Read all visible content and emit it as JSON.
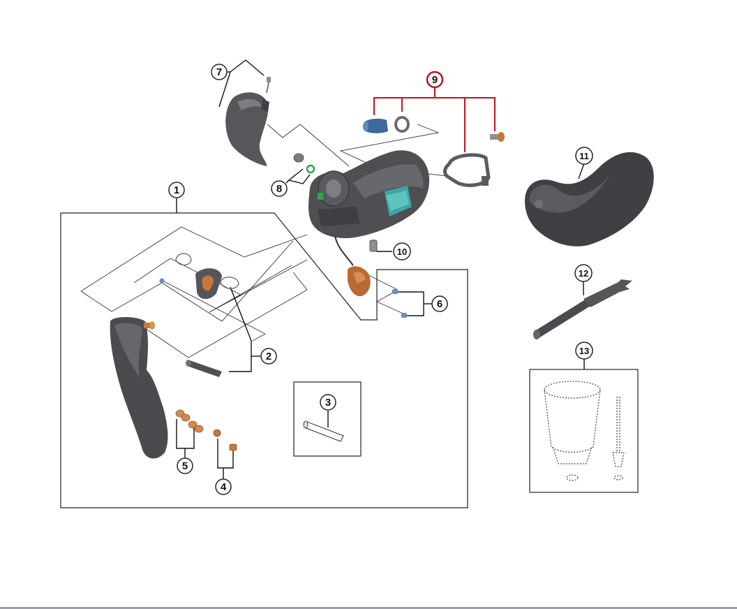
{
  "callouts": [
    {
      "id": "1",
      "label": "1"
    },
    {
      "id": "2",
      "label": "2"
    },
    {
      "id": "3",
      "label": "3"
    },
    {
      "id": "4",
      "label": "4"
    },
    {
      "id": "5",
      "label": "5"
    },
    {
      "id": "6",
      "label": "6"
    },
    {
      "id": "7",
      "label": "7"
    },
    {
      "id": "8",
      "label": "8"
    },
    {
      "id": "9",
      "label": "9"
    },
    {
      "id": "10",
      "label": "10"
    },
    {
      "id": "11",
      "label": "11"
    },
    {
      "id": "12",
      "label": "12"
    },
    {
      "id": "13",
      "label": "13"
    }
  ],
  "colors": {
    "callout_ring": "#222222",
    "highlight_ring": "#c0141c",
    "part_dark": "#4a4b4e",
    "part_mid": "#5f6064",
    "part_light": "#8a8c90",
    "copper": "#c8773a",
    "teal": "#3fa7a3",
    "blue": "#3d6a9a",
    "green": "#2aa84a"
  }
}
